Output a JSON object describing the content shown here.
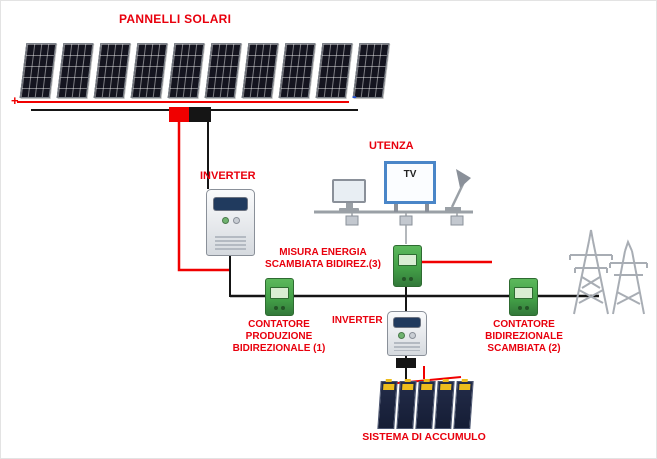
{
  "colors": {
    "label-red": "#e8000d",
    "wire-red": "#f00000",
    "wire-black": "#151515",
    "shelf-gray": "#9aa0a6",
    "tower-gray": "#a8adb4",
    "meter-green": "#43a047",
    "meter-screen": "#d9edd2",
    "tv-blue": "#4a86c8",
    "battery-yellow": "#edbd1d",
    "battery-dark": "#151d35",
    "minus-blue": "#1f4fd8",
    "panel-dark": "#14141f"
  },
  "labels": {
    "pannelli": "PANNELLI SOLARI",
    "plus": "+",
    "minus": "-",
    "inverter_main": "INVERTER",
    "utenza": "UTENZA",
    "tv": "TV",
    "misura": "MISURA ENERGIA\nSCAMBIATA BIDIREZ.(3)",
    "contatore_produzione": "CONTATORE\nPRODUZIONE\nBIDIREZIONALE (1)",
    "inverter_batteria": "INVERTER",
    "contatore_scambiata": "CONTATORE\nBIDIREZIONALE\nSCAMBIATA (2)",
    "accumulo": "SISTEMA DI ACCUMULO"
  }
}
